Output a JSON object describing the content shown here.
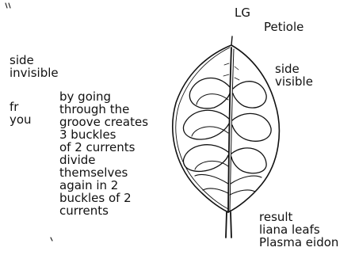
{
  "labels": {
    "top": "LG",
    "petiole": "Petiole",
    "side_invisible": "side\ninvisible",
    "side_visible": "side\n  visible",
    "fr_you": "fr\nyou",
    "description": "by going\nthrough the\ngroove creates\n3 buckles\nof 2 currents\ndivide\nthemselves\nagain in 2\nbuckles of 2\ncurrents",
    "result": "result\nliana leafs\nPlasma eidon"
  },
  "colors": {
    "ink": "#111111",
    "background": "#ffffff"
  }
}
